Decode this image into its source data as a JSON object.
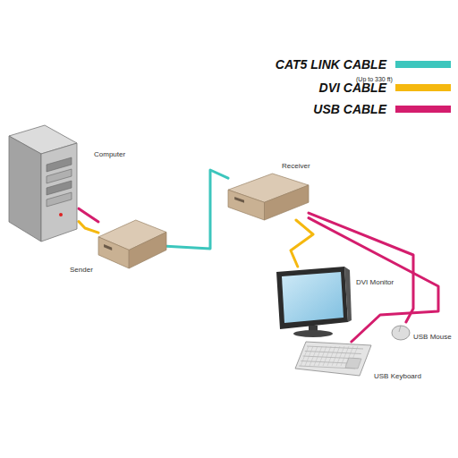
{
  "diagram": {
    "nodes": [
      {
        "text": [
          "Computer"
        ]
      },
      {
        "text": [
          "Sender"
        ]
      },
      {
        "text": [
          "Receiver"
        ]
      },
      {
        "text": [
          "DVI Monitor"
        ]
      },
      {
        "text": [
          "USB Mouse"
        ]
      },
      {
        "text": [
          "USB Keyboard"
        ]
      }
    ],
    "edges": [
      {
        "from": 0,
        "to": 1,
        "arrow": "none"
      },
      {
        "from": 0,
        "to": 1,
        "arrow": "none"
      },
      {
        "from": 1,
        "to": 2,
        "arrow": "none"
      },
      {
        "from": 2,
        "to": 3,
        "arrow": "none"
      },
      {
        "from": 2,
        "to": 4,
        "arrow": "none"
      },
      {
        "from": 2,
        "to": 5,
        "arrow": "none"
      }
    ],
    "labels": [
      "(Up to 330 ft)"
    ],
    "legend": [
      {
        "text": "CAT5 LINK CABLE",
        "color": "#3cc6bd"
      },
      {
        "text": "DVI CABLE",
        "color": "#f5b80f"
      },
      {
        "text": "USB CABLE",
        "color": "#d41d6d"
      }
    ]
  }
}
